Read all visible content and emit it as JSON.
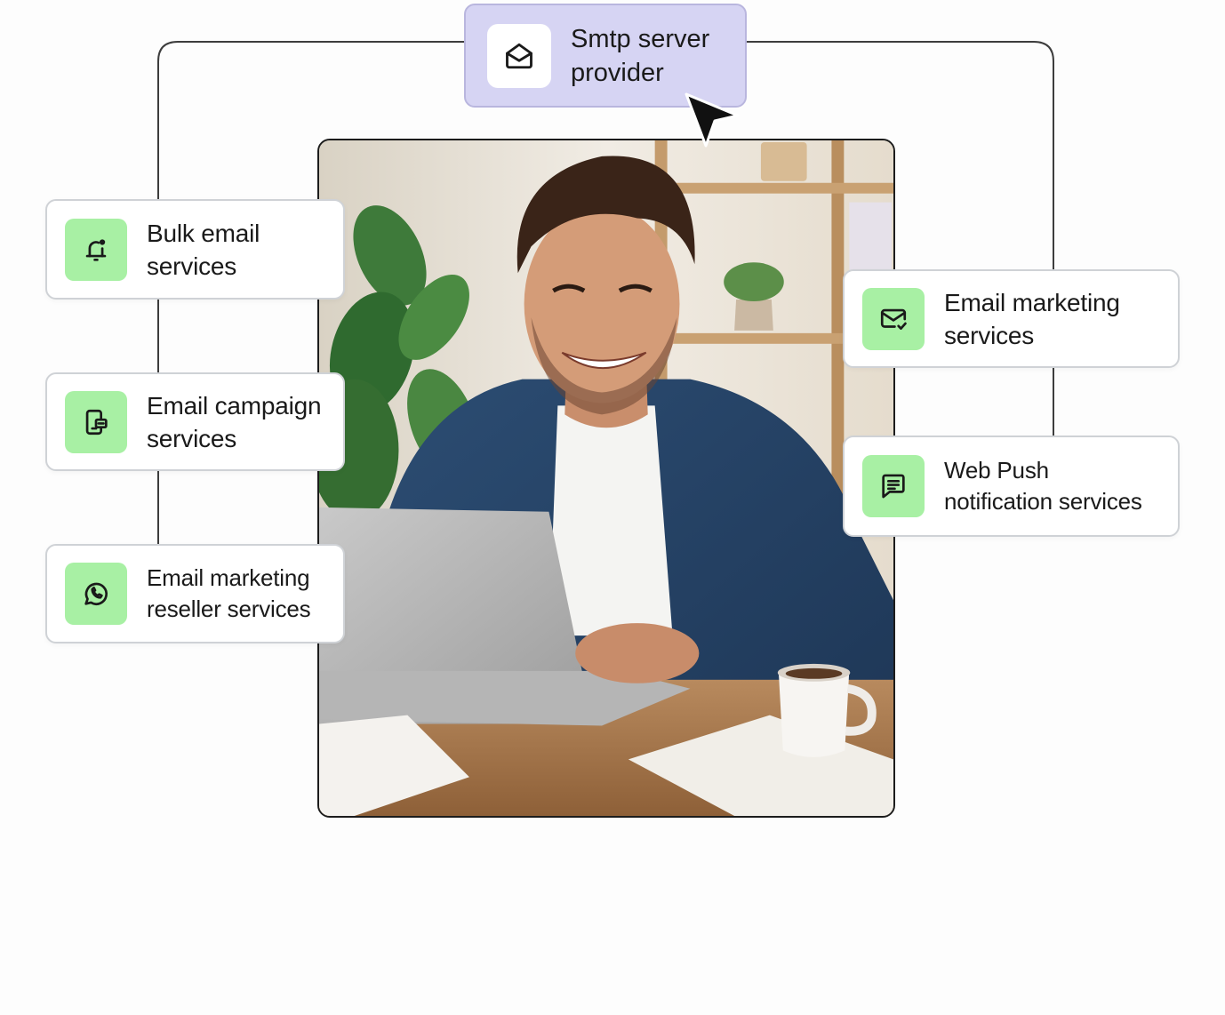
{
  "colors": {
    "accent_green": "#a8f0a4",
    "smtp_purple": "#d6d4f3",
    "card_border": "#cfd2d6",
    "line": "#3a3a3a"
  },
  "smtp_card": {
    "label": "Smtp server\nprovider",
    "icon": "open-envelope-icon"
  },
  "cards": [
    {
      "id": "bulk-email",
      "label": "Bulk email\nservices",
      "icon": "bell-ring-icon"
    },
    {
      "id": "email-campaign",
      "label": "Email campaign\nservices",
      "icon": "mobile-message-icon"
    },
    {
      "id": "email-marketing-reseller",
      "label": "Email marketing\nreseller services",
      "icon": "whatsapp-icon"
    },
    {
      "id": "email-marketing",
      "label": "Email marketing\nservices",
      "icon": "mail-check-icon"
    },
    {
      "id": "web-push",
      "label": "Web Push\nnotification services",
      "icon": "chat-message-icon"
    }
  ],
  "photo": {
    "icon": "man-with-laptop-photo"
  }
}
